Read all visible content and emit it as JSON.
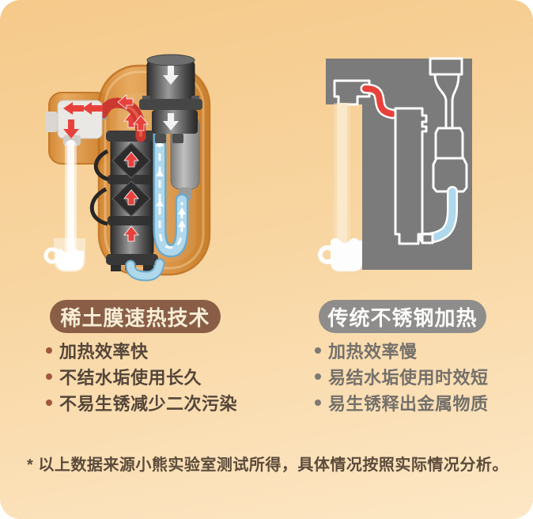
{
  "panels": {
    "left": {
      "badge": "稀土膜速热技术",
      "bullets": [
        "加热效率快",
        "不结水垢使用长久",
        "不易生锈减少二次污染"
      ],
      "illustration": "rare-earth-membrane-rapid-heater"
    },
    "right": {
      "badge": "传统不锈钢加热",
      "bullets": [
        "加热效率慢",
        "易结水垢使用时效短",
        "易生锈释出金属物质"
      ],
      "illustration": "traditional-stainless-steel-heater"
    }
  },
  "footnote": "* 以上数据来源小熊实验室测试所得，具体情况按照实际情况分析。",
  "colors": {
    "bg_top": "#F5C98A",
    "bg_mid": "#F8D6A2",
    "bg_bottom": "#FDE7C5",
    "left_badge_bg": "#8A5E46",
    "left_badge_text": "#F9EDD6",
    "left_text": "#55463A",
    "left_dot": "#A2573F",
    "right_badge_bg": "#8E8D8B",
    "right_badge_text": "#FBFBFA",
    "right_text": "#74706B",
    "right_dot": "#7F7973",
    "footnote_text": "#5C4B3B",
    "accent_red": "#E8413C",
    "accent_blue": "#AFD8EC",
    "illus_gray": "#7B7B7B"
  }
}
